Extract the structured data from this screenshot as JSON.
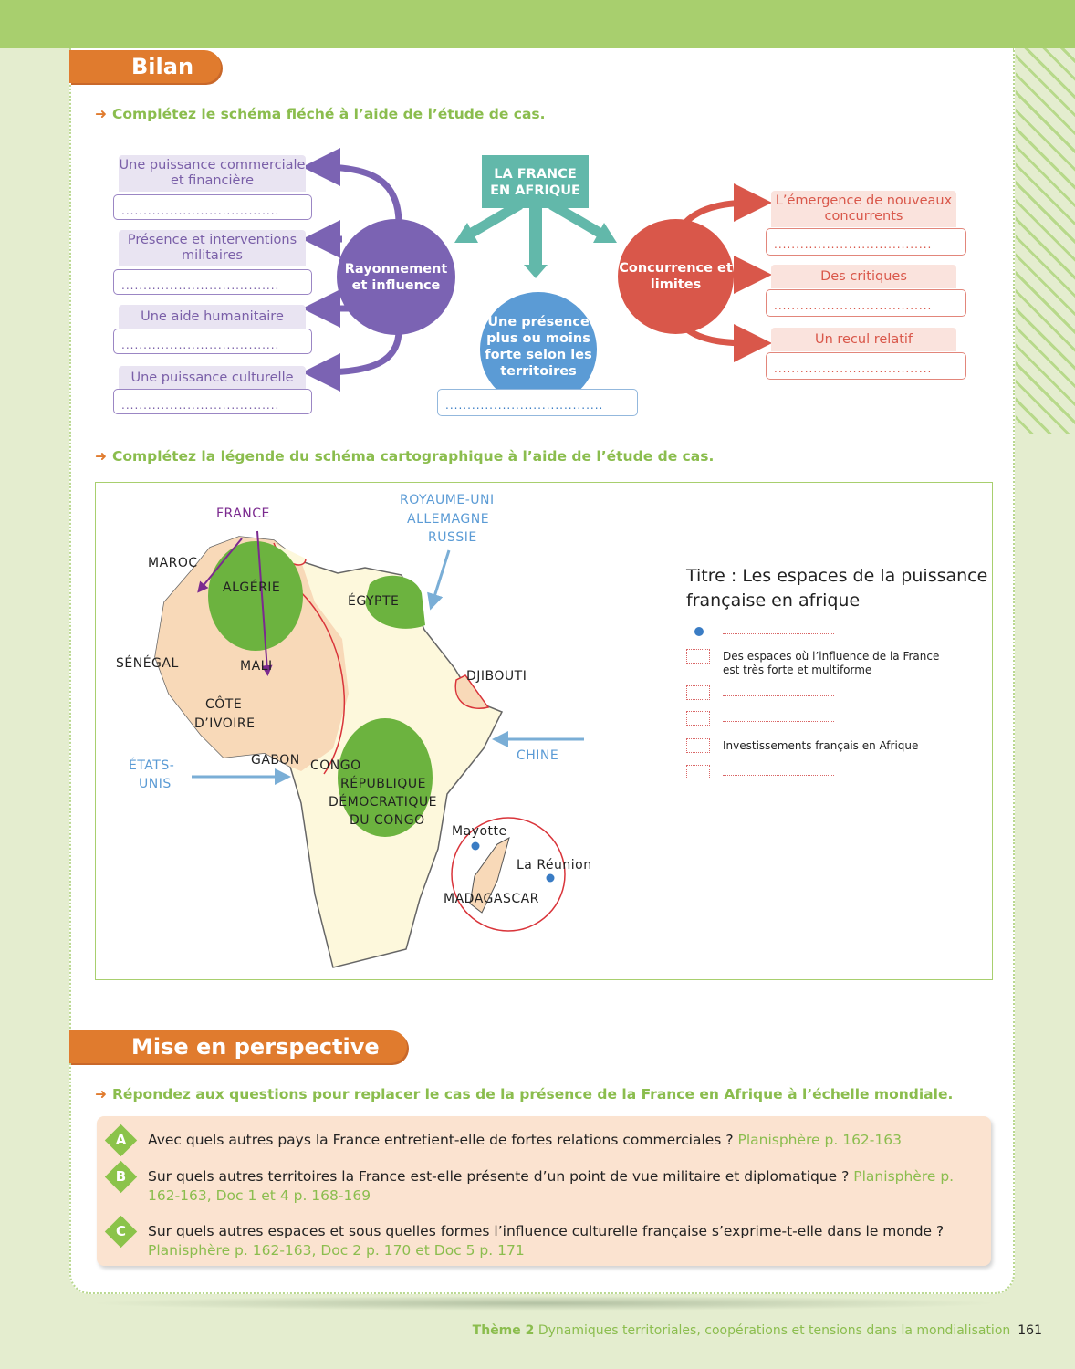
{
  "bilan": {
    "title": "Bilan",
    "instruction1": "Complétez le schéma fléché à l’aide de l’étude de cas.",
    "instruction2": "Complétez la légende du schéma cartographique à l’aide de l’étude de cas."
  },
  "schema": {
    "center_title": "LA FRANCE EN AFRIQUE",
    "left_circle": "Rayonnement et influence",
    "right_circle": "Concurrence et limites",
    "bottom_circle": "Une présence plus ou moins forte selon les territoires",
    "left_items": [
      "Une puissance commerciale et financière",
      "Présence et interventions militaires",
      "Une aide humanitaire",
      "Une puissance culturelle"
    ],
    "right_items": [
      "L’émergence de nouveaux concurrents",
      "Des critiques",
      "Un recul relatif"
    ],
    "blank": "...................................."
  },
  "map": {
    "labels": {
      "france": "FRANCE",
      "royaume": "ROYAUME-UNI",
      "allemagne": "ALLEMAGNE",
      "russie": "RUSSIE",
      "maroc": "MAROC",
      "algerie": "ALGÉRIE",
      "egypte": "ÉGYPTE",
      "senegal": "SÉNÉGAL",
      "mali": "MALI",
      "djibouti": "DJIBOUTI",
      "cote1": "CÔTE",
      "cote2": "D’IVOIRE",
      "chine": "CHINE",
      "etats1": "ÉTATS-",
      "etats2": "UNIS",
      "gabon": "GABON",
      "congo": "CONGO",
      "rdc1": "RÉPUBLIQUE",
      "rdc2": "DÉMOCRATIQUE",
      "rdc3": "DU CONGO",
      "mayotte": "Mayotte",
      "reunion": "La Réunion",
      "madagascar": "MADAGASCAR"
    },
    "legend": {
      "title_line1": "Titre : Les espaces de la puissance",
      "title_line2": "française en afrique",
      "row2_line1": "Des espaces où l’influence de la France",
      "row2_line2": "est très forte et multiforme",
      "row5": "Investissements français en Afrique"
    },
    "colors": {
      "influence_green": "#6cb33f",
      "africa_fill": "#fdf8dc",
      "france_zone": "#f8d9b8",
      "border_red": "#d9343a",
      "arrow_blue": "#7aaed6",
      "arrow_purple": "#7b2a8f"
    }
  },
  "perspective": {
    "title": "Mise en perspective",
    "instruction": "Répondez aux questions pour replacer le cas de la présence de la France en Afrique à l’échelle mondiale.",
    "questions": [
      {
        "letter": "A",
        "text": "Avec quels autres pays la France entretient-elle de fortes relations commerciales ? ",
        "ref": "Planisphère p. 162-163"
      },
      {
        "letter": "B",
        "text": "Sur quels autres territoires la France est-elle présente d’un point de vue militaire et diplomatique ? ",
        "ref": "Planisphère p. 162-163, Doc 1 et 4 p. 168-169"
      },
      {
        "letter": "C",
        "text": "Sur quels autres espaces et sous quelles formes l’influence culturelle française s’exprime-t-elle dans le monde ? ",
        "ref": "Planisphère p. 162-163, Doc 2 p. 170 et Doc 5 p. 171"
      }
    ]
  },
  "footer": {
    "theme": "Thème 2",
    "text": "Dynamiques territoriales, coopérations et tensions dans la mondialisation",
    "page": "161"
  }
}
